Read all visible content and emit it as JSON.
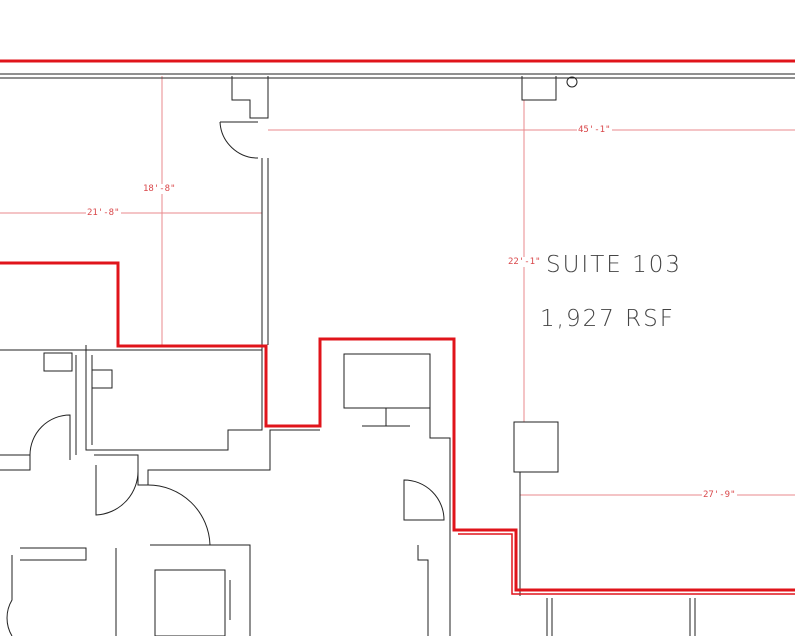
{
  "suite": {
    "name": "SUITE 103",
    "area": "1,927 RSF"
  },
  "dimensions": {
    "d1": "18'-8\"",
    "d2": "21'-8\"",
    "d3": "45'-1\"",
    "d4": "22'-1\"",
    "d5": "27'-9\""
  },
  "colors": {
    "boundary": "#e0141b",
    "dimension": "#e06a6c",
    "wall": "#222222"
  }
}
